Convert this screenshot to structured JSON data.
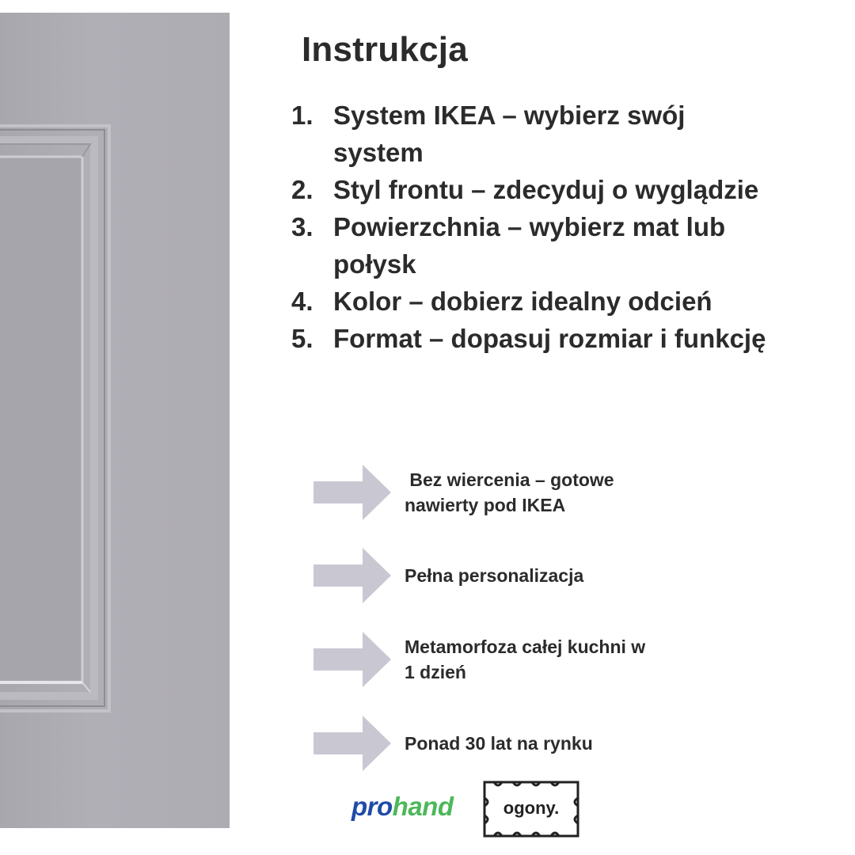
{
  "title": "Instrukcja",
  "steps": [
    {
      "number": "1.",
      "text": "System IKEA – wybierz swój system"
    },
    {
      "number": "2.",
      "text": "Styl frontu – zdecyduj o wyglądzie"
    },
    {
      "number": "3.",
      "text": "Powierzchnia – wybierz mat lub połysk"
    },
    {
      "number": "4.",
      "text": "Kolor – dobierz idealny odcień"
    },
    {
      "number": "5.",
      "text": "Format – dopasuj rozmiar i funkcję"
    }
  ],
  "features": [
    {
      "icon": "arrow-right-icon",
      "text": " Bez wiercenia – gotowe nawierty pod IKEA"
    },
    {
      "icon": "arrow-right-icon",
      "text": "Pełna personalizacja"
    },
    {
      "icon": "arrow-right-icon",
      "text": "Metamorfoza całej kuchni w 1 dzień"
    },
    {
      "icon": "arrow-right-icon",
      "text": "Ponad 30 lat na rynku"
    }
  ],
  "logos": {
    "prohand_part1": "pro",
    "prohand_part2": "hand",
    "ogony": "ogony."
  },
  "colors": {
    "arrow": "#c9c8d2",
    "text": "#2b2b2b",
    "prohand_blue": "#1f4aa8",
    "prohand_green": "#4cb85a",
    "door": "#aeacb3"
  }
}
